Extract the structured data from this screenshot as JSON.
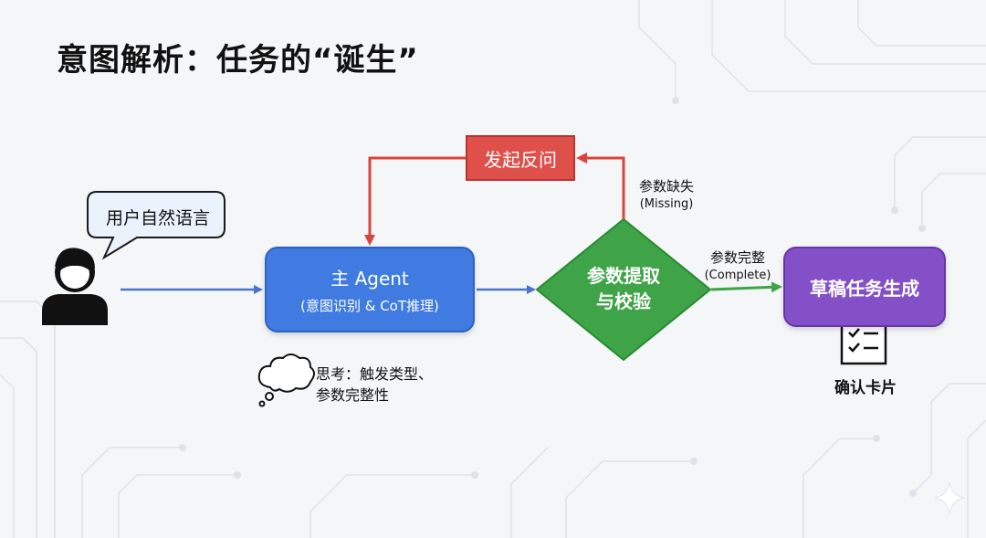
{
  "title": "意图解析：任务的“诞生”",
  "speech_bubble": "用户自然语言",
  "agent_box": {
    "line1": "主 Agent",
    "line2": "(意图识别 & CoT推理)"
  },
  "ask_box": "发起反问",
  "diamond": {
    "line1": "参数提取",
    "line2": "与校验"
  },
  "edge_missing": {
    "label": "参数缺失",
    "sub": "(Missing)"
  },
  "edge_complete": {
    "label": "参数完整",
    "sub": "(Complete)"
  },
  "draft_box": "草稿任务生成",
  "thinking": {
    "line1": "思考：触发类型、",
    "line2": "参数完整性"
  },
  "confirm_card": "确认卡片",
  "colors": {
    "agent": "#3f7be0",
    "ask": "#e0504a",
    "decision": "#3fa347",
    "draft": "#8450c8",
    "arrow_blue": "#4a74c8",
    "arrow_red": "#d9443d",
    "arrow_green": "#3fa347"
  },
  "icons": [
    "user-icon",
    "thought-cloud-icon",
    "checklist-document-icon",
    "sparkle-icon"
  ]
}
